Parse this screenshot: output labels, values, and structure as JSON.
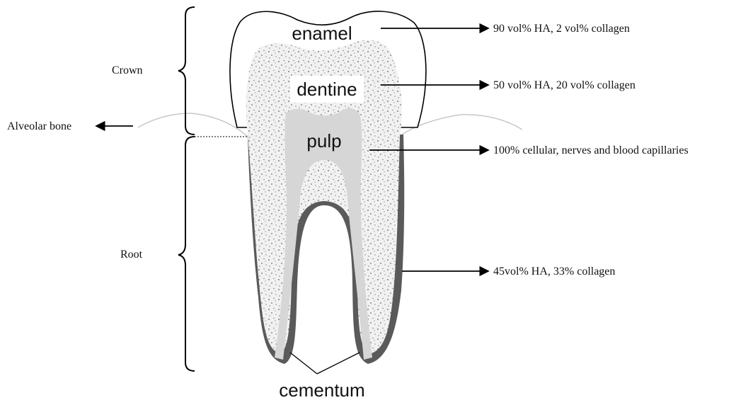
{
  "structure_labels": {
    "enamel": "enamel",
    "dentine": "dentine",
    "pulp": "pulp",
    "cementum": "cementum"
  },
  "region_labels": {
    "crown": "Crown",
    "root": "Root",
    "alveolar_bone": "Alveolar bone"
  },
  "composition_notes": {
    "enamel": "90 vol% HA, 2 vol% collagen",
    "dentine": "50 vol% HA, 20 vol% collagen",
    "pulp": "100% cellular, nerves and blood capillaries",
    "cementum": "45vol% HA, 33% collagen"
  }
}
